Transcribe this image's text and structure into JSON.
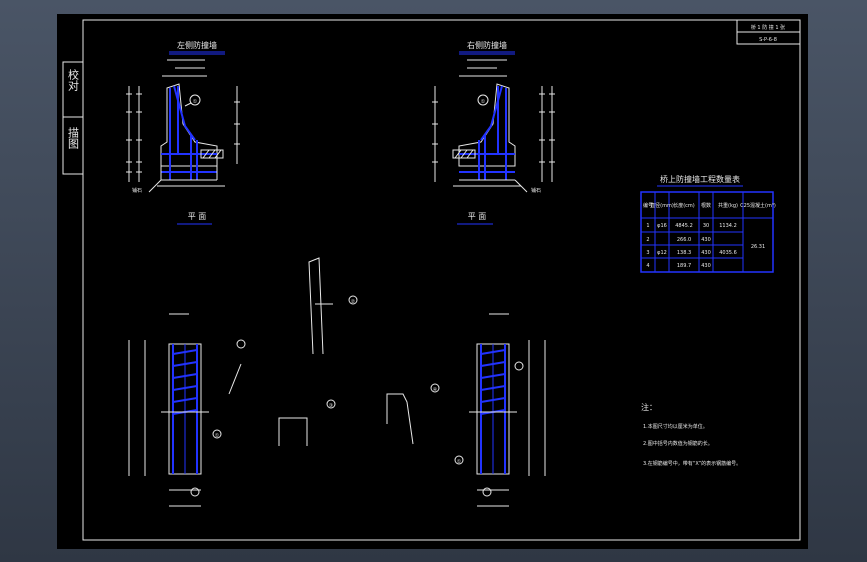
{
  "colors": {
    "background": "#000000",
    "line": "#e8e8e8",
    "rebar": "#2233ff",
    "viewport": "#3b4452"
  },
  "title_block": {
    "line1": "桥 1 防 撞 1 张",
    "line2": "S-P-6-8"
  },
  "side_labels": {
    "top": "校对",
    "bottom": "描图"
  },
  "left_section": {
    "title": "左侧防撞墙",
    "plan_label": "平 面",
    "note": "铺石"
  },
  "right_section": {
    "title": "右侧防撞墙",
    "plan_label": "平 面",
    "note": "铺石"
  },
  "table": {
    "title": "桥上防撞墙工程数量表",
    "headers": [
      "编号",
      "直径(mm)",
      "长度(cm)",
      "根数",
      "共重(kg)",
      "C25混凝土(m³)"
    ],
    "rows": [
      {
        "no": "1",
        "dia": "φ16",
        "len": "4845.2",
        "count": "30",
        "weight": "1134.2"
      },
      {
        "no": "2",
        "dia": "",
        "len": "266.0",
        "count": "430",
        "weight": ""
      },
      {
        "no": "3",
        "dia": "φ12",
        "len": "138.3",
        "count": "430",
        "weight": "4035.6"
      },
      {
        "no": "4",
        "dia": "",
        "len": "189.7",
        "count": "430",
        "weight": ""
      }
    ],
    "concrete": "26.31"
  },
  "notes": {
    "heading": "注：",
    "items": [
      "1.本图尺寸均以厘米为单位。",
      "2.图中括号内数值为钢筋的长。",
      "3.在钢筋编号中，带有“X”的表示钢筋编号。"
    ]
  },
  "bar_tags": [
    "①",
    "②",
    "③",
    "④"
  ]
}
